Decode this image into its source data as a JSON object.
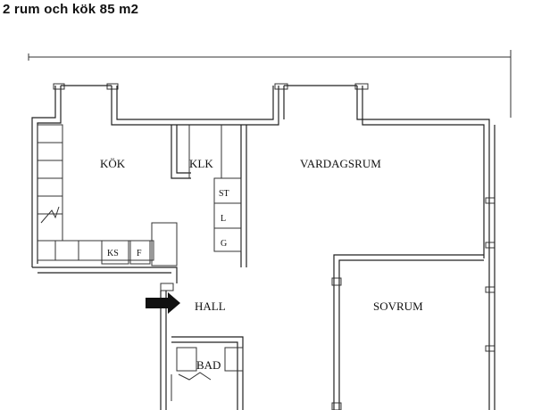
{
  "title": "2 rum och kök 85 m2",
  "rooms": {
    "kok": "KÖK",
    "klk": "KLK",
    "vardagsrum": "VARDAGSRUM",
    "hall": "HALL",
    "sovrum": "SOVRUM",
    "bad": "BAD"
  },
  "fixtures": {
    "ks": "KS",
    "f": "F",
    "st": "ST",
    "l": "L",
    "g": "G"
  }
}
